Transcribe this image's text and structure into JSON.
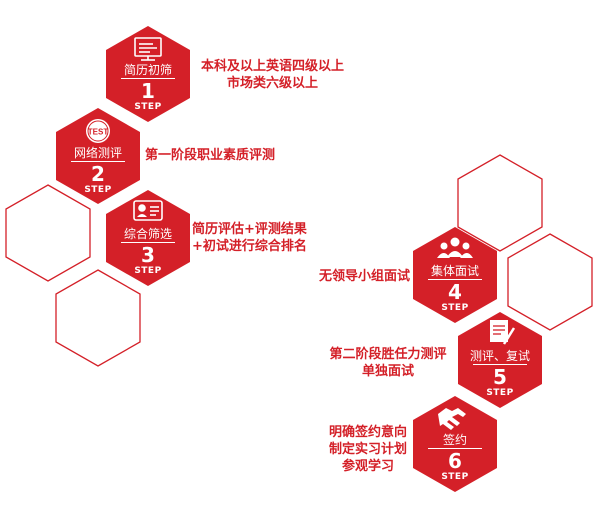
{
  "steps": [
    {
      "name": "简历初筛",
      "number": "1",
      "step": "STEP",
      "icon": "computer-screen-icon",
      "desc": [
        "本科及以上英语四级以上",
        "市场类六级以上"
      ]
    },
    {
      "name": "网络测评",
      "number": "2",
      "step": "STEP",
      "icon": "test-badge-icon",
      "icon_text": "TEST",
      "desc": [
        "第一阶段职业素质评测"
      ]
    },
    {
      "name": "综合筛选",
      "number": "3",
      "step": "STEP",
      "icon": "id-card-icon",
      "desc": [
        "简历评估+评测结果",
        "+初试进行综合排名"
      ]
    },
    {
      "name": "集体面试",
      "number": "4",
      "step": "STEP",
      "icon": "group-people-icon",
      "desc": [
        "无领导小组面试"
      ]
    },
    {
      "name": "测评、复试",
      "number": "5",
      "step": "STEP",
      "icon": "document-pen-icon",
      "desc": [
        "第二阶段胜任力测评",
        "单独面试"
      ]
    },
    {
      "name": "签约",
      "number": "6",
      "step": "STEP",
      "icon": "handshake-icon",
      "desc": [
        "明确签约意向",
        "制定实习计划",
        "参观学习"
      ]
    }
  ],
  "colors": {
    "accent": "#d42028",
    "outline": "#d42028",
    "text_on_accent": "#ffffff"
  }
}
